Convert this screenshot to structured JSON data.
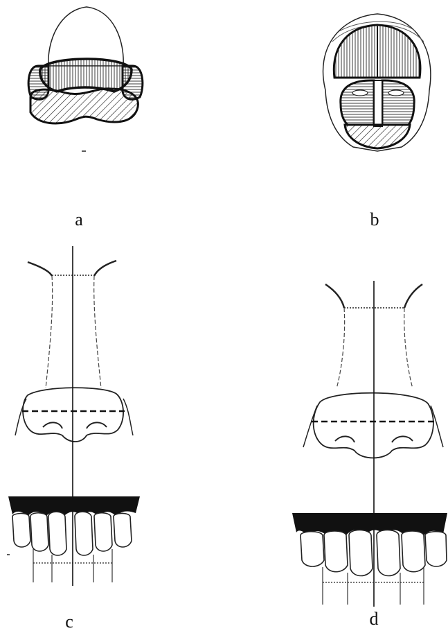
{
  "figure": {
    "panels": [
      {
        "id": "a",
        "label": "a"
      },
      {
        "id": "b",
        "label": "b"
      },
      {
        "id": "c",
        "label": "c"
      },
      {
        "id": "d",
        "label": "d"
      }
    ]
  },
  "colors": {
    "ink": "#111111",
    "background": "#ffffff"
  }
}
